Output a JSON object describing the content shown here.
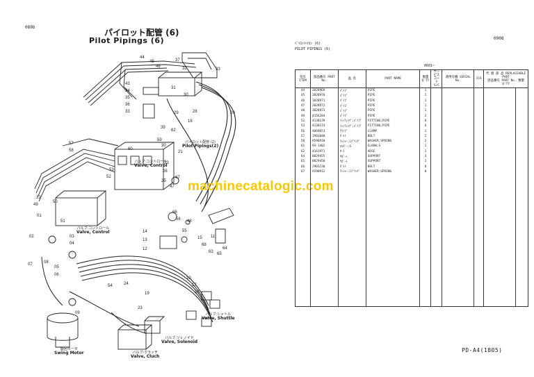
{
  "left_page": {
    "page_code": "089b",
    "title_jp": "パイロット配管 (6)",
    "title_en": "Pilot Pipings (6)",
    "callouts": [
      "44",
      "45",
      "46",
      "37",
      "32",
      "33",
      "43",
      "34",
      "35",
      "36",
      "33",
      "31",
      "30",
      "29",
      "28",
      "16",
      "20",
      "39",
      "62",
      "57",
      "58",
      "59",
      "30",
      "60",
      "21",
      "23",
      "26",
      "25",
      "67",
      "47",
      "66",
      "53",
      "52",
      "14",
      "13",
      "12",
      "15",
      "48",
      "55",
      "09",
      "01",
      "02",
      "03",
      "04",
      "05",
      "06",
      "07",
      "08",
      "11",
      "68",
      "10",
      "17",
      "18",
      "19",
      "23",
      "24",
      "22",
      "49",
      "50",
      "51",
      "54",
      "56",
      "63",
      "64",
      "65"
    ],
    "labels": {
      "pilot_piping_ref_jp": "パイロット配管 (2)",
      "pilot_piping_ref_en": "Pilot Pipings(2)",
      "valve_control_1_jp": "バルブ:コントロール",
      "valve_control_1_en": "Valve, Control",
      "valve_control_2_jp": "バルブ:コントロール",
      "valve_control_2_en": "Valve, Control",
      "valve_shuttle_jp": "バルブ:シャトル",
      "valve_shuttle_en": "Valve, Shuttle",
      "valve_solenoid_jp": "バルブ:ソレノイド",
      "valve_solenoid_en": "Valve, Solenoid",
      "valve_clutch_jp": "バルブ:クラッチ",
      "valve_clutch_en": "Valve, Cluch",
      "swing_motor_jp": "旋回モータ",
      "swing_motor_en": "Swing Motor"
    }
  },
  "watermark": "machinecatalogic.com",
  "right_page": {
    "page_code": "0908",
    "group_jp": "ﾊﾟｲﾛｯﾄﾊｲｶﾝ (6)",
    "group_en": "PILOT PIPINGS (6)",
    "serial_note": "0601~",
    "columns": {
      "no": "符号 ITEM",
      "part_no": "部品番号 PART No.",
      "name_jp": "品 名",
      "name_en": "PART NAME",
      "qty": "数量 Q'TY",
      "service": "サービス コード S/C",
      "serial": "適用号機 SERIAL No.",
      "ica": "ICA",
      "repl": "代 替 部 品 REPLACEABLE PART",
      "repl_no": "部品番号 PART No.",
      "repl_qty": "数量 Q'TY"
    },
    "rows": [
      {
        "no": "44",
        "part": "3028969",
        "jp": "ﾊﾟｲﾌﾟ",
        "en": "PIPE",
        "qty": "1"
      },
      {
        "no": "45",
        "part": "3028970",
        "jp": "ﾊﾟｲﾌﾟ",
        "en": "PIPE",
        "qty": "1"
      },
      {
        "no": "46",
        "part": "3028971",
        "jp": "ﾊﾟｲﾌﾟ",
        "en": "PIPE",
        "qty": "1"
      },
      {
        "no": "47",
        "part": "3028972",
        "jp": "ﾊﾟｲﾌﾟ",
        "en": "PIPE",
        "qty": "1"
      },
      {
        "no": "48",
        "part": "3028973",
        "jp": "ﾊﾟｲﾌﾟ",
        "en": "PIPE",
        "qty": "1"
      },
      {
        "no": "49",
        "part": "4156284",
        "jp": "ﾊﾟｲﾌﾟ",
        "en": "PIPE",
        "qty": "2"
      },
      {
        "no": "52",
        "part": "4130178",
        "jp": "ﾌｨｯﾃｨﾝｸﾞ;ﾊﾟｲﾌﾟ",
        "en": "FITTING;PIPE",
        "qty": "6"
      },
      {
        "no": "53",
        "part": "4130174",
        "jp": "ﾌｨｯﾃｨﾝｸﾞ;ﾊﾟｲﾌﾟ",
        "en": "FITTING;PIPE",
        "qty": "6"
      },
      {
        "no": "56",
        "part": "4069851",
        "jp": "ｸﾗﾝﾌﾟ",
        "en": "CLAMP",
        "qty": "1"
      },
      {
        "no": "57",
        "part": "J901040",
        "jp": "ﾎﾞﾙﾄ",
        "en": "BOLT",
        "qty": "2"
      },
      {
        "no": "58",
        "part": "A590910",
        "jp": "ﾜｯｼｬｰ;ｽﾌﾟﾘﾝｸﾞ",
        "en": "WASHER;SPRING",
        "qty": "2"
      },
      {
        "no": "61",
        "part": "94-1402",
        "jp": "ｴﾙﾎﾞｰ;S",
        "en": "ELBOW;S",
        "qty": "1"
      },
      {
        "no": "62",
        "part": "4161971",
        "jp": "ﾎｰｽ",
        "en": "HOSE",
        "qty": "1"
      },
      {
        "no": "64",
        "part": "8029455",
        "jp": "ｻﾎﾟｰﾄ",
        "en": "SUPPORT",
        "qty": "3"
      },
      {
        "no": "65",
        "part": "8029456",
        "jp": "ｻﾎﾟｰﾄ",
        "en": "SUPPORT",
        "qty": "1"
      },
      {
        "no": "66",
        "part": "J901230",
        "jp": "ﾎﾞﾙﾄ",
        "en": "BOLT",
        "qty": "8"
      },
      {
        "no": "67",
        "part": "A590912",
        "jp": "ﾜｯｼｬｰ;ｽﾌﾟﾘﾝｸﾞ",
        "en": "WASHER;SPRING",
        "qty": "8"
      }
    ],
    "footer": "PD-A4(1805)"
  }
}
